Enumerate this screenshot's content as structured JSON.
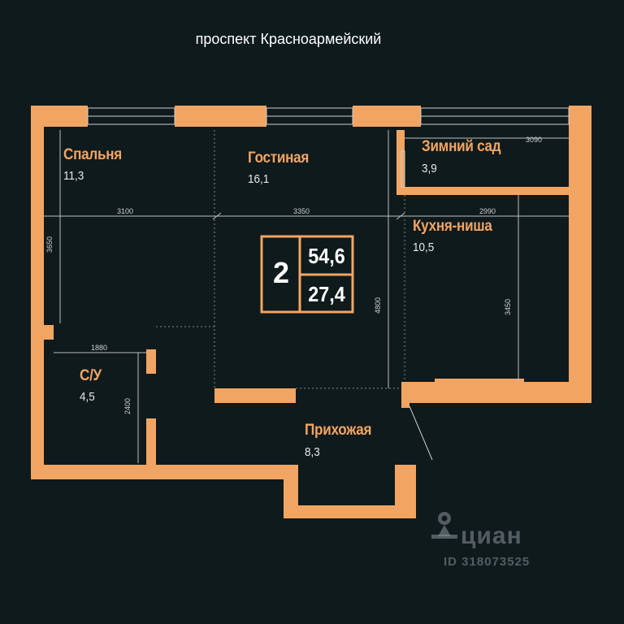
{
  "street": "проспект Красноармейский",
  "colors": {
    "wall": "#f2a563",
    "background": "#0f1a1c",
    "accent_text": "#f2a563"
  },
  "rooms": [
    {
      "name": "Спальня",
      "area": "11,3"
    },
    {
      "name": "Гостиная",
      "area": "16,1"
    },
    {
      "name": "Зимний сад",
      "area": "3,9"
    },
    {
      "name": "Кухня-ниша",
      "area": "10,5"
    },
    {
      "name": "С/У",
      "area": "4,5"
    },
    {
      "name": "Прихожая",
      "area": "8,3"
    }
  ],
  "dimensions": {
    "bedroom_width": "3100",
    "living_width": "3350",
    "kitchen_width": "2990",
    "garden_width": "3090",
    "bedroom_depth": "3650",
    "living_depth": "4800",
    "kitchen_depth": "3450",
    "bath_width": "1880",
    "bath_depth": "2400"
  },
  "info": {
    "rooms_count": "2",
    "total_area": "54,6",
    "living_area": "27,4"
  },
  "watermark": {
    "brand": "циан",
    "id": "ID 318073525",
    "icon": "map-pin-person-icon"
  }
}
